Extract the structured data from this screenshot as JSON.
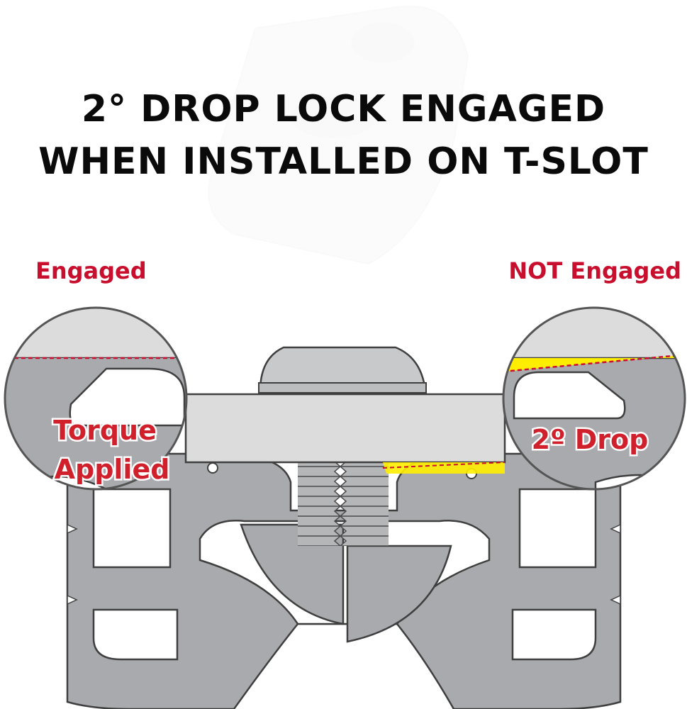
{
  "title": {
    "line1": "2° DROP LOCK ENGAGED",
    "line2": "WHEN INSTALLED ON T-SLOT"
  },
  "labels": {
    "engaged": "Engaged",
    "not_engaged": "NOT Engaged"
  },
  "callouts": {
    "torque_line1": "Torque",
    "torque_line2": "Applied",
    "drop": "2º Drop"
  },
  "colors": {
    "accent_red": "#c8102e",
    "callout_red": "#d0202c",
    "highlight_yellow": "#ffee00",
    "title_black": "#0a0a0a",
    "aluminum_gray": "#a8aaad",
    "panel_light_gray": "#dcdcdc"
  },
  "icons": {
    "watermark": "t-slot-nut-watermark",
    "bolt": "button-head-bolt",
    "nut": "drop-lock-t-nut",
    "profile": "t-slot-aluminum-profile"
  }
}
